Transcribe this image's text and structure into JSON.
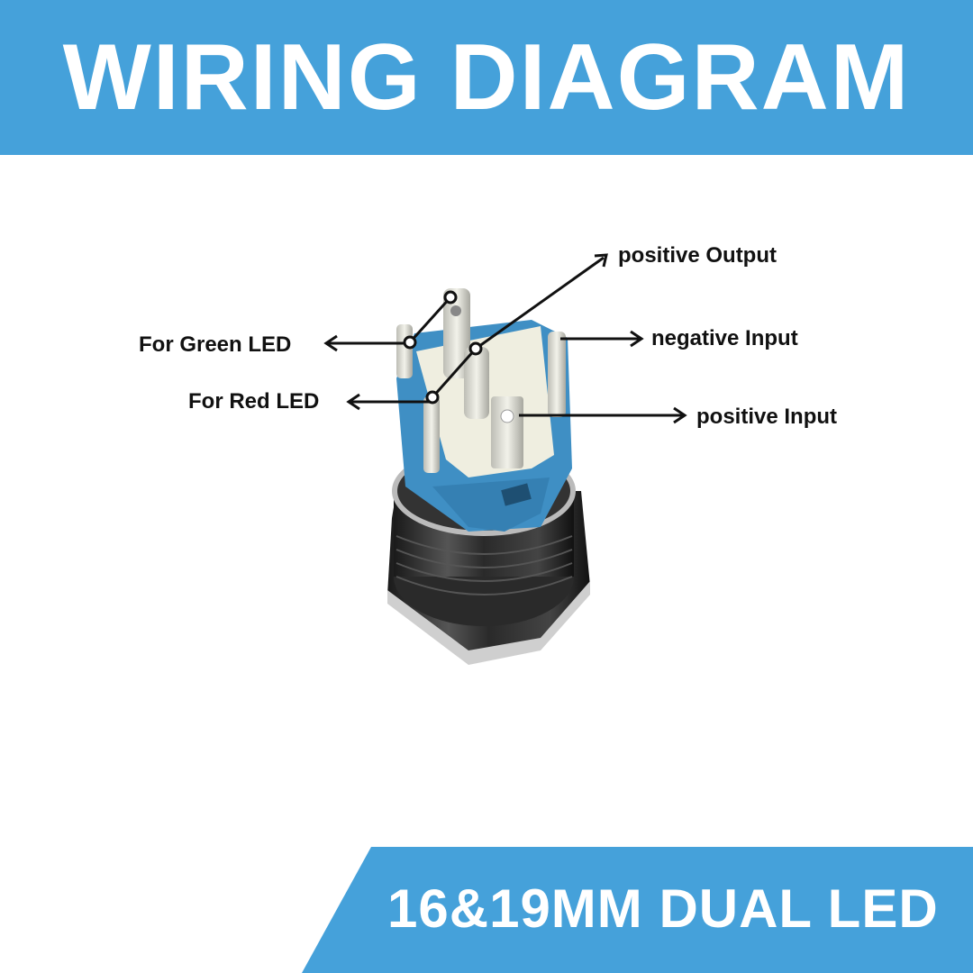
{
  "header": {
    "title": "WIRING DIAGRAM"
  },
  "footer": {
    "subtitle": "16&19MM DUAL LED"
  },
  "labels": {
    "positive_output": "positive Output",
    "for_green_led": "For Green LED",
    "negative_input": "negative Input",
    "for_red_led": "For Red LED",
    "positive_input": "positive Input"
  },
  "colors": {
    "accent": "#45a1da",
    "housing": "#3f8fc4",
    "insert": "#efeee0",
    "metal": "#2c2c2c"
  }
}
